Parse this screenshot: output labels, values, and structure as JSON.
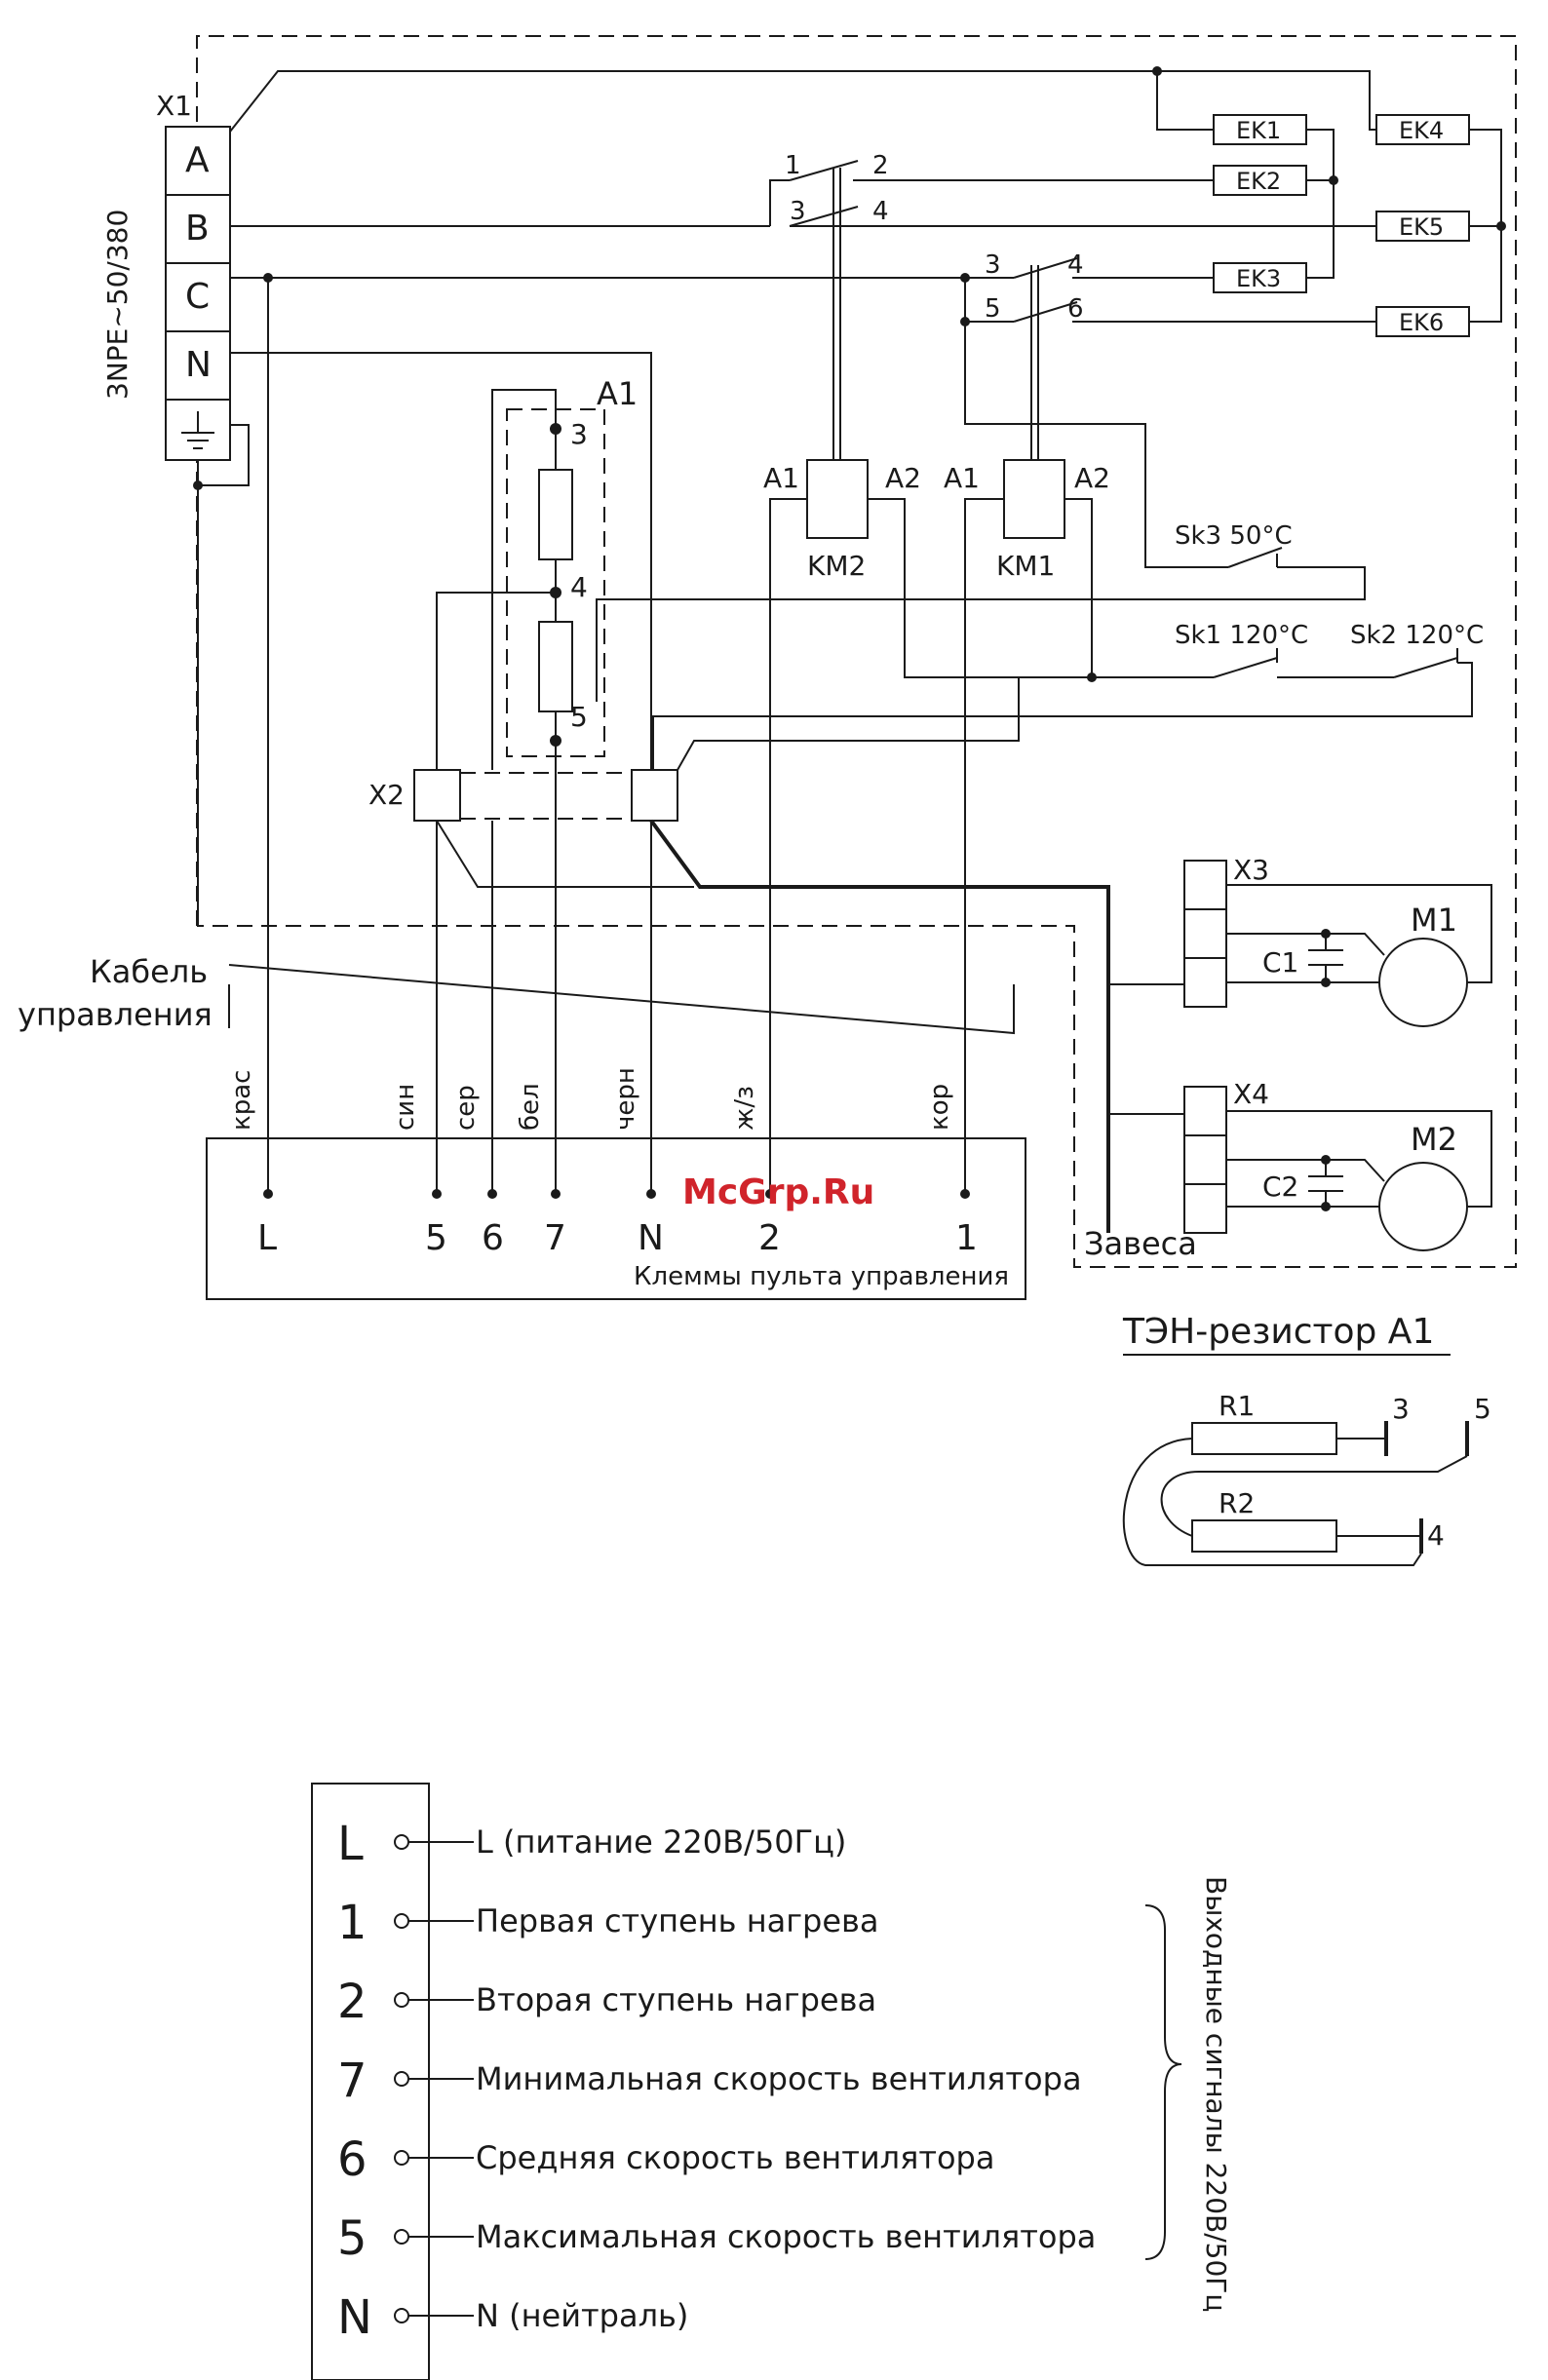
{
  "supply": {
    "connector": "X1",
    "voltage": "3NPE~50/380",
    "terminals": [
      "A",
      "B",
      "C",
      "N"
    ]
  },
  "resistor_block": {
    "label": "A1",
    "taps": [
      "3",
      "4",
      "5"
    ]
  },
  "contactors": {
    "km2": {
      "label": "KM2",
      "a1": "A1",
      "a2": "A2",
      "contacts": [
        "1",
        "2",
        "3",
        "4"
      ]
    },
    "km1": {
      "label": "KM1",
      "a1": "A1",
      "a2": "A2",
      "contacts": [
        "3",
        "4",
        "5",
        "6"
      ]
    }
  },
  "heaters": [
    "EK1",
    "EK2",
    "EK3",
    "EK4",
    "EK5",
    "EK6"
  ],
  "thermostats": {
    "sk3": "Sk3 50°C",
    "sk1": "Sk1 120°C",
    "sk2": "Sk2 120°C"
  },
  "connector_x2": "X2",
  "fans": {
    "x3": "X3",
    "m1": "M1",
    "c1": "C1",
    "x4": "X4",
    "m2": "M2",
    "c2": "C2",
    "curtain": "Завеса"
  },
  "cable": {
    "label_line1": "Кабель",
    "label_line2": "управления",
    "wire_colors": [
      "крас",
      "син",
      "сер",
      "бел",
      "черн",
      "ж/з",
      "кор"
    ]
  },
  "panel": {
    "terminals": [
      "L",
      "5",
      "6",
      "7",
      "N",
      "2",
      "1"
    ],
    "caption": "Клеммы пульта управления"
  },
  "watermark": "McGrp.Ru",
  "ten": {
    "title": "ТЭН-резистор A1",
    "r1": "R1",
    "r2": "R2",
    "t3": "3",
    "t5": "5",
    "t4": "4"
  },
  "legend": {
    "rows": [
      {
        "key": "L",
        "text": "L (питание 220В/50Гц)"
      },
      {
        "key": "1",
        "text": "Первая ступень нагрева"
      },
      {
        "key": "2",
        "text": "Вторая ступень нагрева"
      },
      {
        "key": "7",
        "text": "Минимальная скорость вентилятора"
      },
      {
        "key": "6",
        "text": "Средняя скорость вентилятора"
      },
      {
        "key": "5",
        "text": "Максимальная скорость вентилятора"
      },
      {
        "key": "N",
        "text": "N (нейтраль)"
      }
    ],
    "bracket_label": "Выходные сигналы 220В/50Гц"
  }
}
